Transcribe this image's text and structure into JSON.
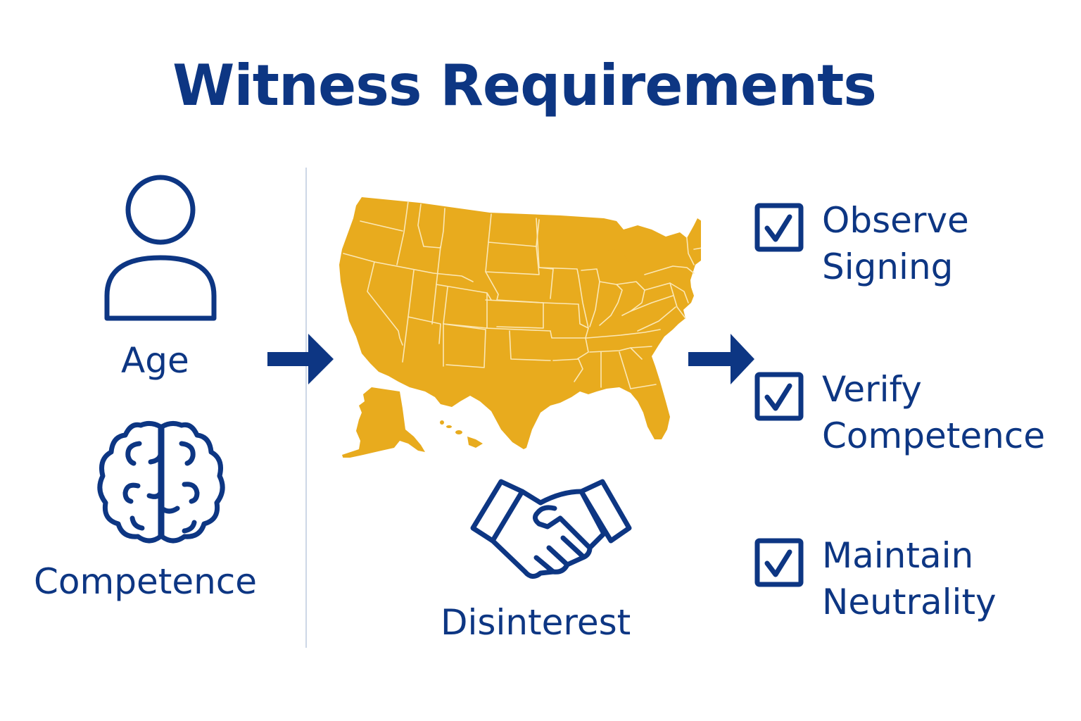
{
  "title": "Witness Requirements",
  "colors": {
    "primary": "#0d3683",
    "map_fill": "#e8ab1e",
    "divider": "#cdd7e6",
    "background": "#ffffff"
  },
  "left_column": {
    "items": [
      {
        "label": "Age",
        "icon": "person-icon"
      },
      {
        "label": "Competence",
        "icon": "brain-icon"
      }
    ]
  },
  "center": {
    "map": {
      "icon": "us-map",
      "regions": [
        "Contiguous United States",
        "Alaska",
        "Hawaii"
      ]
    },
    "item": {
      "label": "Disinterest",
      "icon": "handshake-icon"
    }
  },
  "arrows": [
    {
      "direction": "right",
      "from": "left_column",
      "to": "map"
    },
    {
      "direction": "right",
      "from": "map",
      "to": "checklist"
    }
  ],
  "checklist": {
    "items": [
      {
        "line1": "Observe",
        "line2": "Signing",
        "checked": true
      },
      {
        "line1": "Verify",
        "line2": "Competence",
        "checked": true
      },
      {
        "line1": "Maintain",
        "line2": "Neutrality",
        "checked": true
      }
    ]
  }
}
